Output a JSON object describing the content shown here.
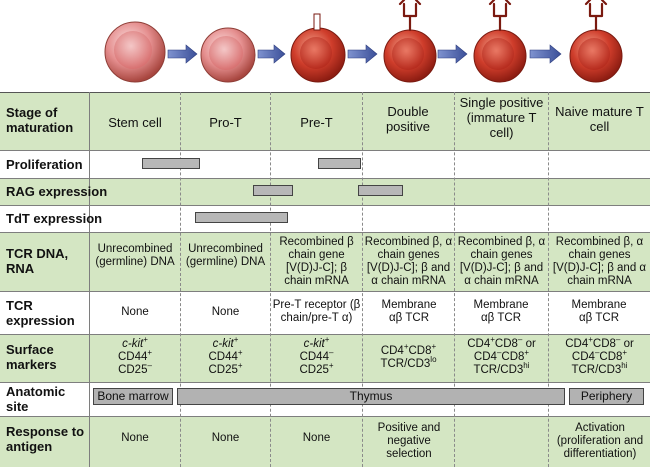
{
  "stages": [
    "Stem cell",
    "Pro-T",
    "Pre-T",
    "Double positive",
    "Single positive (immature T cell)",
    "Naive mature T cell"
  ],
  "row_labels": {
    "stage": "Stage of maturation",
    "proliferation": "Proliferation",
    "rag": "RAG expression",
    "tdt": "TdT expression",
    "tcr_dna": "TCR DNA, RNA",
    "tcr_expr": "TCR expression",
    "surface": "Surface markers",
    "site": "Anatomic site",
    "response": "Response to antigen"
  },
  "tcr_dna": [
    "Unrecombined (germline) DNA",
    "Unrecombined (germline) DNA",
    "Recombined β chain gene [V(D)J-C]; β chain mRNA",
    "Recombined β, α chain genes [V(D)J-C]; β and α chain mRNA",
    "Recombined β, α chain genes [V(D)J-C]; β and α chain mRNA",
    "Recombined β, α chain genes [V(D)J-C]; β and α chain mRNA"
  ],
  "tcr_expression": [
    "None",
    "None",
    "Pre-T receptor (β chain/pre-T α)",
    "Membrane αβ TCR",
    "Membrane αβ TCR",
    "Membrane αβ TCR"
  ],
  "surface_markers": {
    "stem": {
      "kit": "c-kit",
      "cd44": "CD44",
      "cd25": "CD25"
    },
    "prot": {
      "kit": "c-kit",
      "cd44": "CD44",
      "cd25": "CD25"
    },
    "pret": {
      "kit": "c-kit",
      "cd44": "CD44",
      "cd25": "CD25"
    },
    "dp": {
      "line1": "CD4",
      "line1b": "CD8",
      "line2": "TCR/CD3",
      "sup": "lo"
    },
    "sp": {
      "l1a": "CD4",
      "l1b": "CD8",
      "or": "or",
      "l2a": "CD4",
      "l2b": "CD8",
      "l3": "TCR/CD3",
      "sup": "hi"
    },
    "naive": {
      "l1a": "CD4",
      "l1b": "CD8",
      "or": "or",
      "l2a": "CD4",
      "l2b": "CD8",
      "l3": "TCR/CD3",
      "sup": "hi"
    }
  },
  "anatomic_site": {
    "bone_marrow": "Bone marrow",
    "thymus": "Thymus",
    "periphery": "Periphery"
  },
  "response": [
    "None",
    "None",
    "None",
    "Positive and negative selection",
    "",
    "Activation (proliferation and differentiation)"
  ],
  "colors": {
    "band_green": "#d4e6c3",
    "cell_red": "#c0392b",
    "cell_pink": "#e98a8a",
    "arrow_blue": "#4a5fa8",
    "bar_gray": "#b7b7b7"
  }
}
